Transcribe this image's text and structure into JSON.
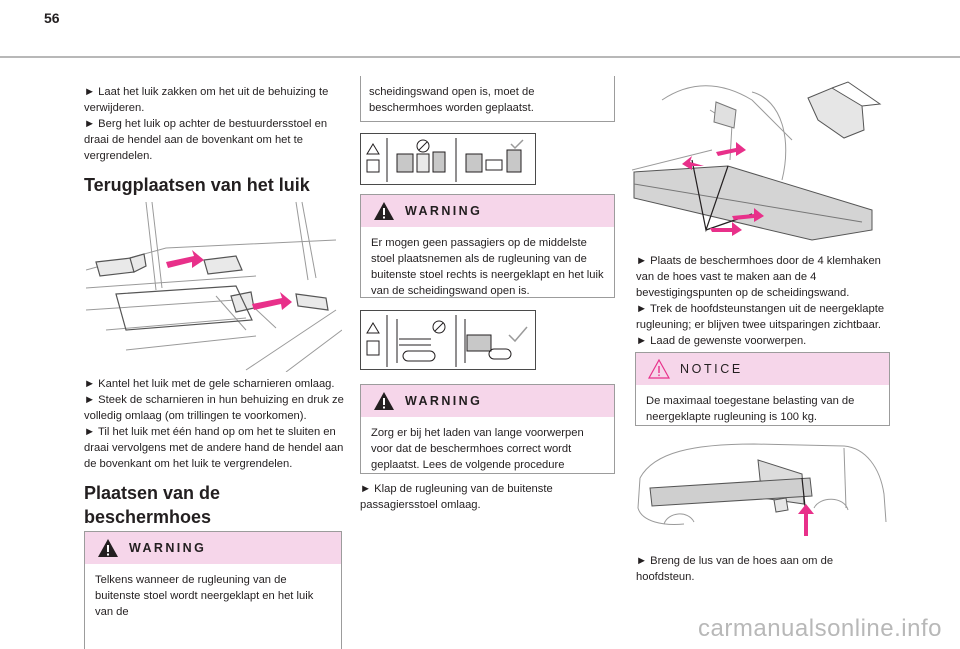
{
  "page": {
    "number": "56"
  },
  "col1": {
    "intro": [
      "► Laat het luik zakken om het uit de behuizing te verwijderen.",
      "► Berg het luik op achter de bestuurdersstoel en draai de hendel aan de bovenkant om het te vergrendelen."
    ],
    "heading1": "Terugplaatsen van het luik",
    "steps": [
      "► Kantel het luik met de gele scharnieren omlaag.",
      "► Steek de scharnieren in hun behuizing en druk ze volledig omlaag (om trillingen te voorkomen).",
      "► Til het luik met één hand op om het te sluiten en draai vervolgens met de andere hand de hendel aan de bovenkant om het luik te vergrendelen."
    ],
    "heading2_line1": "Plaatsen van de",
    "heading2_line2": "beschermhoes",
    "warning": {
      "label": "WARNING",
      "text": "Telkens wanneer de rugleuning van de buitenste stoel wordt neergeklapt en het luik van de"
    }
  },
  "col2": {
    "continued": "scheidingswand open is, moet de beschermhoes worden geplaatst.",
    "warning1": {
      "label": "WARNING",
      "text": "Er mogen geen passagiers op de middelste stoel plaatsnemen als de rugleuning van de buitenste stoel rechts is neergeklapt en het luik van de scheidingswand open is."
    },
    "warning2": {
      "label": "WARNING",
      "text": "Zorg er bij het laden van lange voorwerpen voor dat de beschermhoes correct wordt geplaatst. Lees de volgende procedure aandachtig door."
    },
    "step": "► Klap de rugleuning van de buitenste passagiersstoel omlaag."
  },
  "col3": {
    "steps": [
      "► Plaats de beschermhoes door de 4 klemhaken van de hoes vast te maken aan de 4 bevestigingspunten op de scheidingswand.",
      "► Trek de hoofdsteunstangen uit de neergeklapte rugleuning; er blijven twee uitsparingen zichtbaar.",
      "► Laad de gewenste voorwerpen."
    ],
    "notice": {
      "label": "NOTICE",
      "text": "De maximaal toegestane belasting van de neergeklapte rugleuning is 100 kg."
    },
    "final_step": "► Breng de lus van de hoes aan om de hoofdsteun."
  },
  "watermark": "carmanualsonline.info",
  "colors": {
    "warning_bg": "#f6d6ea",
    "arrow": "#e8308a",
    "rule": "#b8b8b8"
  }
}
